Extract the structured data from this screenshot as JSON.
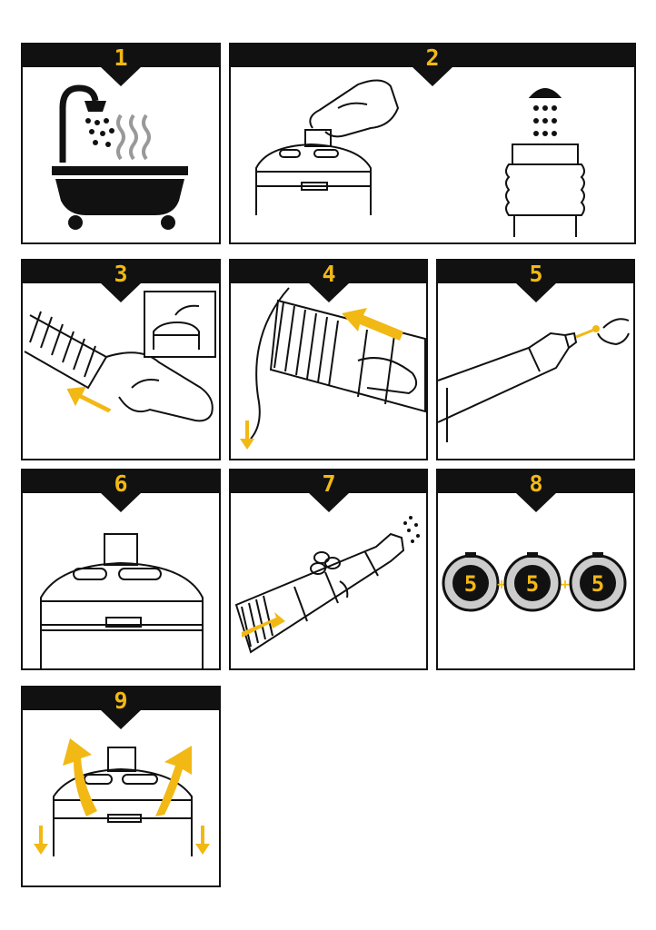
{
  "steps": [
    {
      "number": "1",
      "icon": "bathtub-shower-icon"
    },
    {
      "number": "2",
      "icon": "pump-and-shower-icon"
    },
    {
      "number": "3",
      "icon": "insert-hand-icon"
    },
    {
      "number": "4",
      "icon": "push-cylinder-icon"
    },
    {
      "number": "5",
      "icon": "valve-pull-icon"
    },
    {
      "number": "6",
      "icon": "pump-closed-icon"
    },
    {
      "number": "7",
      "icon": "drain-water-icon"
    },
    {
      "number": "8",
      "icon": "timer-sequence-icon"
    },
    {
      "number": "9",
      "icon": "release-pressure-icon"
    }
  ],
  "timer_digits": [
    "5",
    "5",
    "5"
  ],
  "colors": {
    "accent": "#f2b814",
    "ink": "#111111",
    "paper": "#ffffff"
  }
}
